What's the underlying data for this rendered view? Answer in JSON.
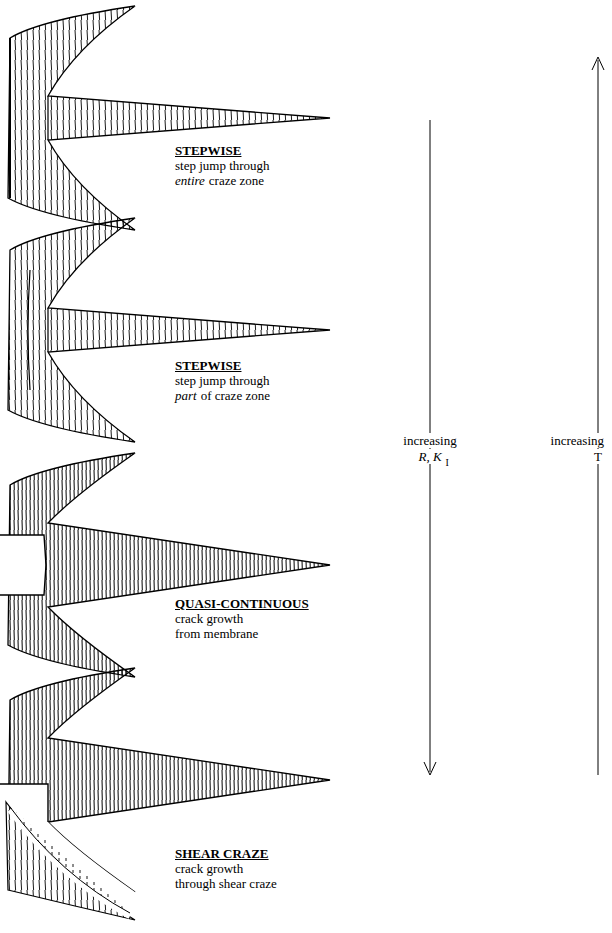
{
  "diagram": {
    "labels": [
      "STEPWISE",
      "step jump through",
      "entire",
      "craze zone",
      "STEPWISE",
      "step jump through",
      "part",
      "of craze zone",
      "QUASI-CONTINUOUS",
      "crack growth",
      "from membrane",
      "SHEAR CRAZE",
      "crack growth",
      "through shear craze",
      "increasing",
      "R, K",
      "I",
      "increasing",
      "T"
    ]
  }
}
